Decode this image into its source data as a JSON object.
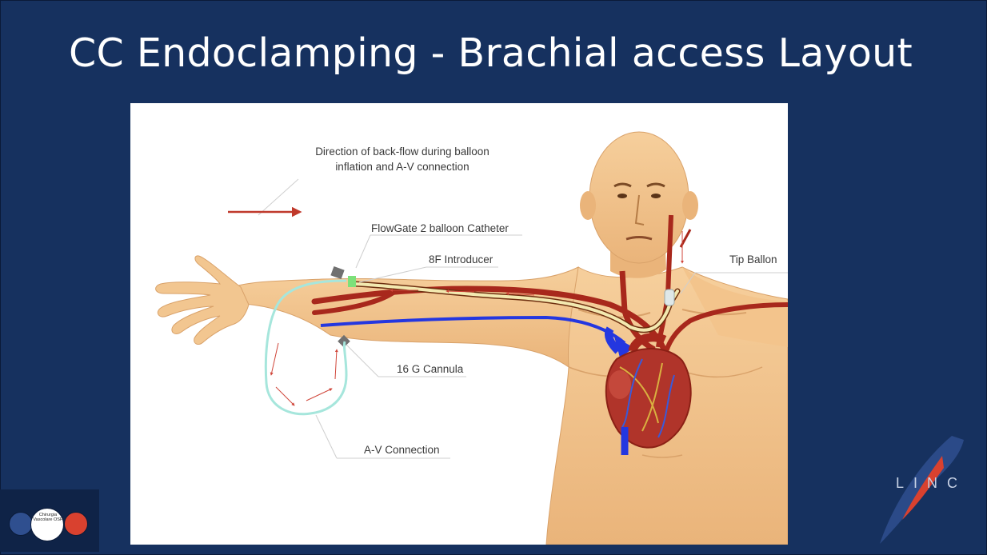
{
  "slide": {
    "title": "CC Endoclamping - Brachial access Layout"
  },
  "diagram": {
    "labels": {
      "back_flow_line1": "Direction of back-flow during balloon",
      "back_flow_line2": "inflation and A-V connection",
      "flowgate": "FlowGate 2 balloon Catheter",
      "introducer": "8F Introducer",
      "tip_ballon": "Tip Ballon",
      "cannula": "16 G Cannula",
      "av_connection": "A-V Connection"
    },
    "colors": {
      "skin": "#f2c690",
      "skin_shadow": "#d9a26a",
      "artery": "#a8281c",
      "vein": "#2437e0",
      "catheter": "#f3e9b0",
      "av_tube": "#a6e6dc",
      "arrow": "#c0392b"
    }
  },
  "logos": {
    "org_text": "Chirurgia Vascolare OSP",
    "conference": "LINC",
    "colors": {
      "blue": "#2f4f8f",
      "red": "#d9412f",
      "white": "#ffffff"
    }
  }
}
